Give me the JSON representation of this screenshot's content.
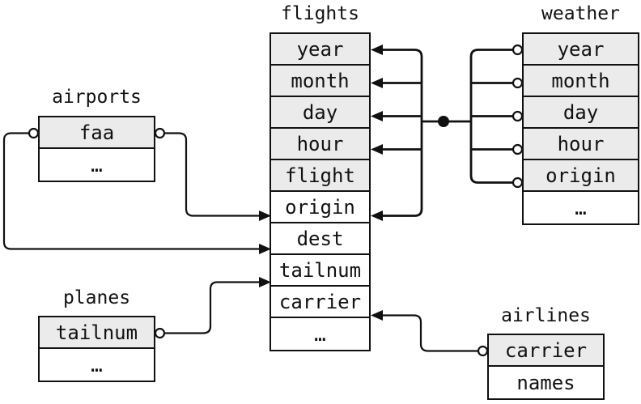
{
  "diagram": {
    "tables": [
      {
        "id": "flights",
        "title": "flights",
        "fields": [
          {
            "label": "year",
            "key": true
          },
          {
            "label": "month",
            "key": true
          },
          {
            "label": "day",
            "key": true
          },
          {
            "label": "hour",
            "key": true
          },
          {
            "label": "flight",
            "key": true
          },
          {
            "label": "origin",
            "key": false
          },
          {
            "label": "dest",
            "key": false
          },
          {
            "label": "tailnum",
            "key": false
          },
          {
            "label": "carrier",
            "key": false
          },
          {
            "label": "…",
            "key": false
          }
        ]
      },
      {
        "id": "airports",
        "title": "airports",
        "fields": [
          {
            "label": "faa",
            "key": true
          },
          {
            "label": "…",
            "key": false
          }
        ]
      },
      {
        "id": "weather",
        "title": "weather",
        "fields": [
          {
            "label": "year",
            "key": true
          },
          {
            "label": "month",
            "key": true
          },
          {
            "label": "day",
            "key": true
          },
          {
            "label": "hour",
            "key": true
          },
          {
            "label": "origin",
            "key": true
          },
          {
            "label": "…",
            "key": false
          }
        ]
      },
      {
        "id": "planes",
        "title": "planes",
        "fields": [
          {
            "label": "tailnum",
            "key": true
          },
          {
            "label": "…",
            "key": false
          }
        ]
      },
      {
        "id": "airlines",
        "title": "airlines",
        "fields": [
          {
            "label": "carrier",
            "key": true
          },
          {
            "label": "names",
            "key": false
          }
        ]
      }
    ],
    "relationships": [
      {
        "from": "airports.faa",
        "to": "flights.origin"
      },
      {
        "from": "airports.faa",
        "to": "flights.dest"
      },
      {
        "from": "planes.tailnum",
        "to": "flights.tailnum"
      },
      {
        "from": "airlines.carrier",
        "to": "flights.carrier"
      },
      {
        "from": "weather.year",
        "to": "flights.year"
      },
      {
        "from": "weather.month",
        "to": "flights.month"
      },
      {
        "from": "weather.day",
        "to": "flights.day"
      },
      {
        "from": "weather.hour",
        "to": "flights.hour"
      },
      {
        "from": "weather.origin",
        "to": "flights.origin"
      }
    ],
    "colors": {
      "background": "#ffffff",
      "stroke": "#111111",
      "key_field_fill": "#ebebeb",
      "row_fill": "#ffffff"
    }
  }
}
